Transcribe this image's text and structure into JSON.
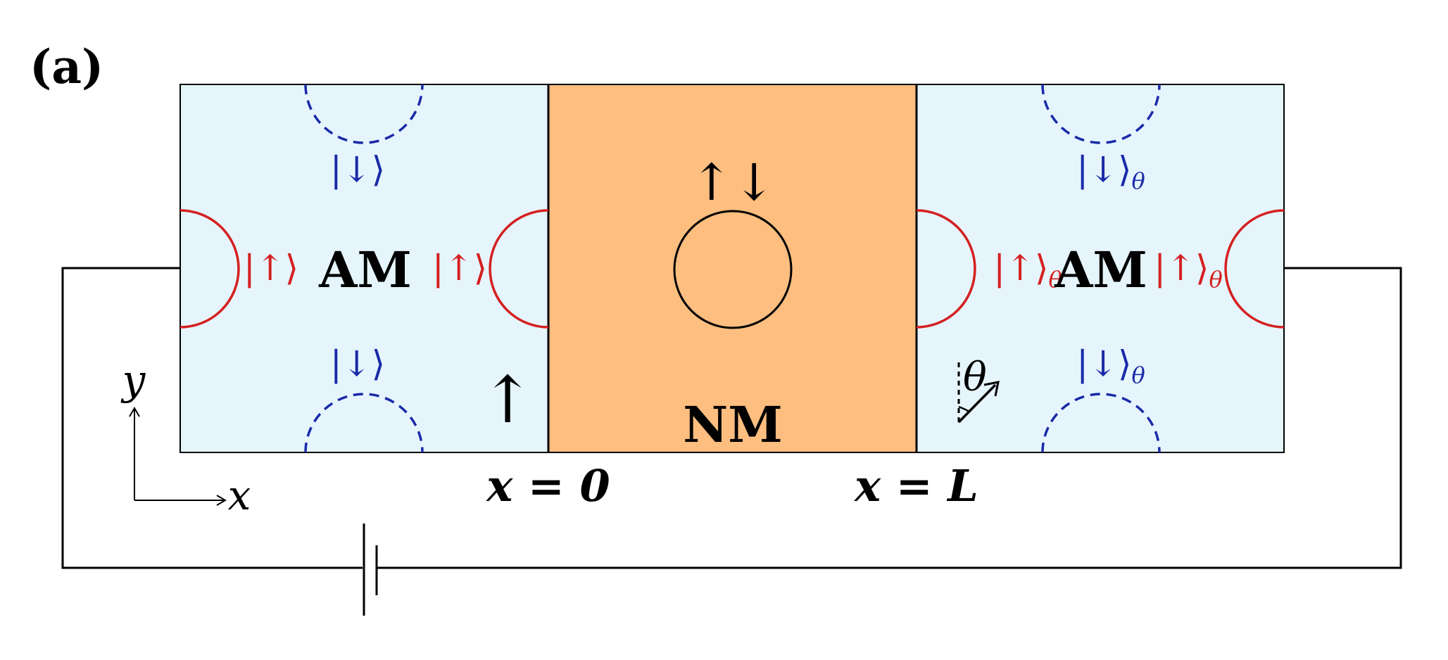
{
  "panel_label": "(a)",
  "left_region": {
    "label": "AM",
    "spin_down_top": "|↓⟩",
    "spin_down_bottom": "|↓⟩",
    "spin_up_left": "|↑⟩",
    "spin_up_right": "|↑⟩",
    "arrow_glyph": "↑"
  },
  "middle_region": {
    "label": "NM",
    "spin_pair": "↑↓"
  },
  "right_region": {
    "label": "AM",
    "spin_down_top": "|↓⟩",
    "spin_down_bottom": "|↓⟩",
    "spin_up_left": "|↑⟩",
    "spin_up_right": "|↑⟩",
    "subscript": "θ",
    "angle_symbol": "θ"
  },
  "boundaries": {
    "left": "x = 0",
    "right": "x = L"
  },
  "axes": {
    "x_label": "x",
    "y_label": "y"
  },
  "colors": {
    "am_fill": "#e6f5fc",
    "nm_fill": "#fdbe80",
    "spin_up": "#d42020",
    "spin_down": "#1a2aa8",
    "outline": "#000000"
  }
}
